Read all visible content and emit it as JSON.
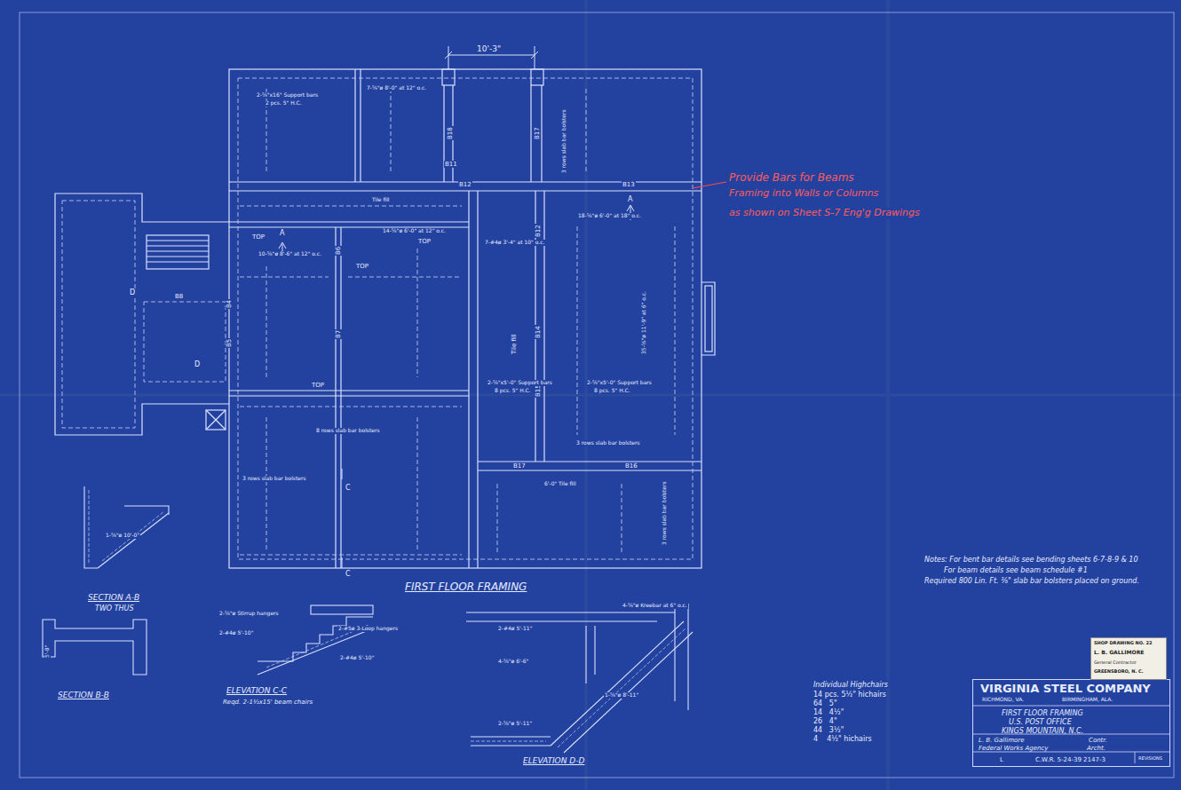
{
  "diagram": {
    "nodes": [
      {
        "text": [
          "VIRGINIA STEEL COMPANY",
          "RICHMOND, VA.",
          "BIRMINGHAM, ALA.",
          "FIRST FLOOR FRAMING",
          "U.S. POST OFFICE",
          "KINGS MOUNTAIN, N.C.",
          "L. B. Gallimore",
          "Contr.",
          "Federal Works Agency",
          "Archt.",
          "L",
          "C.W.R. 5-24-39 2147-3",
          "REVISIONS"
        ]
      },
      {
        "text": [
          "SHOP DRAWING NO. 22",
          "L. B. GALLIMORE",
          "General Contractor",
          "GREENSBORO, N. C."
        ]
      }
    ],
    "labels": [
      "10'-3\"",
      "Provide Bars for Beams",
      "Framing into Walls or Columns",
      "as shown on Sheet S-7 Eng'g Drawings",
      "FIRST FLOOR FRAMING",
      "SECTION A-B",
      "TWO THUS",
      "SECTION B-B",
      "ELEVATION C-C",
      "Reqd. 2-1½x15' beam chairs",
      "ELEVATION D-D",
      "B11",
      "B12",
      "B13",
      "B18",
      "B17",
      "B12",
      "B8",
      "B7",
      "B14",
      "B15",
      "B17",
      "B16",
      "B4",
      "B5",
      "B6",
      "TOP",
      "TOP",
      "TOP",
      "TOP",
      "A",
      "A",
      "C",
      "C",
      "D",
      "D",
      "14-⅝\"ø 6'-0\" at 12\" o.c.",
      "10-⅝\"ø 8'-6\" at 12\" o.c.",
      "7-#4ø 3'-4\" at 10\" o.c.",
      "18-⅝\"ø 6'-0\" at 18\" o.c.",
      "Tile fill",
      "2-⅝\"x5'-0\" Support bars",
      "8 pcs. 5\" H.C.",
      "2-⅝\"x5'-0\" Support bars",
      "8 pcs. 5\" H.C.",
      "3 rows slab bar bolsters",
      "8 rows slab bar bolsters",
      "3 rows slab bar bolsters",
      "2-⅝\"x16\" Support bars",
      "2 pcs. 5\" H.C.",
      "7-⅝\"ø 8'-0\" at 12\" o.c.",
      "Tile fill",
      "6'-0\" Tile fill",
      "3 rows slab bar bolsters",
      "3 rows slab bar bolsters",
      "35-⅝\"ø 11'-9\" at 6\" o.c.",
      "Notes: For bent bar details see bending sheets 6-7-8-9 & 10",
      "For beam details see beam schedule #1",
      "Required 800 Lin. Ft. ⅜\" slab bar bolsters placed on ground.",
      "Individual Highchairs",
      "14 pcs. 5½\" hichairs",
      "64   5\"",
      "14   4½\"",
      "26   4\"",
      "44   3½\"",
      "4    4½\" hichairs",
      "2-⅝\"ø Stirrup hangers",
      "2-#5ø 3-Loop hangers",
      "2-#4ø 5'-10\"",
      "2-#4ø 5'-10\"",
      "4-⅝\"ø Kreebar at 6\" o.c.",
      "2-#4ø 5'-11\"",
      "4-⅝\"ø 6'-6\"",
      "2-⅝\"ø 5'-11\"",
      "1-⅝\"ø 8'-11\"",
      "1-⅝\"ø 10'-0\"",
      "5'-8\""
    ]
  }
}
